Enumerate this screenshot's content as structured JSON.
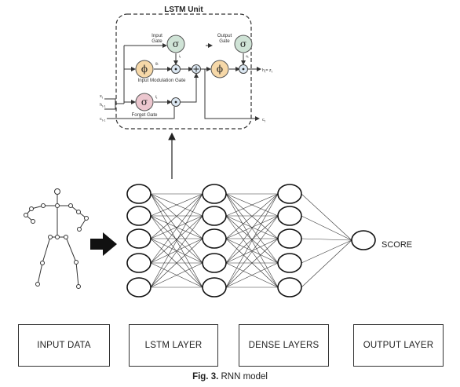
{
  "lstm": {
    "title": "LSTM Unit",
    "input_gate": "Input\nGate",
    "output_gate": "Output\nGate",
    "input_mod_gate": "Input Modulation Gate",
    "forget_gate": "Forget Gate",
    "sigma": "σ",
    "phi": "ϕ",
    "sym_it": "i",
    "sym_ot": "o",
    "sym_gt": "g",
    "sym_ft": "f",
    "sym_xt": "x",
    "sym_ht1": "h",
    "sym_ct1": "c",
    "sym_ht": "h",
    "sym_zt": "= z",
    "sym_ct": "c",
    "sub_t": "t",
    "sub_t1": "t-1"
  },
  "network": {
    "score_label": "SCORE",
    "layers": [
      5,
      5,
      5,
      1
    ]
  },
  "bottom_labels": [
    "INPUT DATA",
    "LSTM LAYER",
    "DENSE LAYERS",
    "OUTPUT LAYER"
  ],
  "caption": {
    "fig": "Fig. 3.",
    "text": " RNN model"
  }
}
